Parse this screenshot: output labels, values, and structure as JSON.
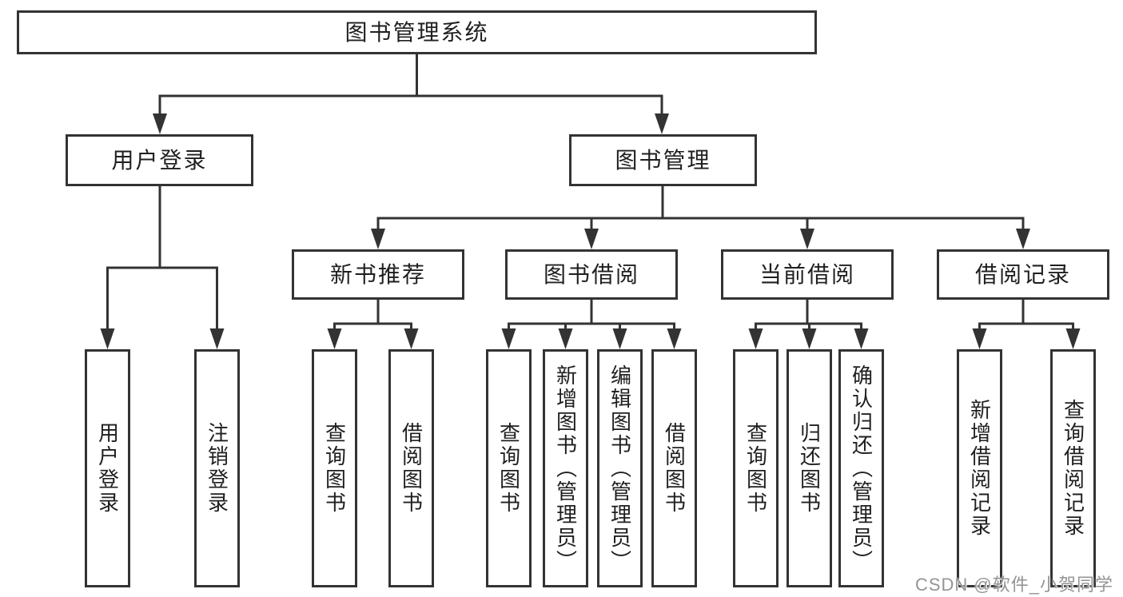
{
  "colors": {
    "line": "#333333",
    "box_border": "#333333",
    "box_fill": "#ffffff",
    "text": "#1f1f1f",
    "watermark": "#949494",
    "background": "#ffffff"
  },
  "watermark": {
    "text": "CSDN @软件_小贺同学"
  },
  "root": {
    "label": "图书管理系统",
    "children": [
      {
        "label": "用户登录",
        "children": [
          {
            "label": "用户登录"
          },
          {
            "label": "注销登录"
          }
        ]
      },
      {
        "label": "图书管理",
        "children": [
          {
            "label": "新书推荐",
            "children": [
              {
                "label": "查询图书"
              },
              {
                "label": "借阅图书"
              }
            ]
          },
          {
            "label": "图书借阅",
            "children": [
              {
                "label": "查询图书"
              },
              {
                "label": "新增图书（管理员）"
              },
              {
                "label": "编辑图书（管理员）"
              },
              {
                "label": "借阅图书"
              }
            ]
          },
          {
            "label": "当前借阅",
            "children": [
              {
                "label": "查询图书"
              },
              {
                "label": "归还图书"
              },
              {
                "label": "确认归还（管理员）"
              }
            ]
          },
          {
            "label": "借阅记录",
            "children": [
              {
                "label": "新增借阅记录"
              },
              {
                "label": "查询借阅记录"
              }
            ]
          }
        ]
      }
    ]
  }
}
